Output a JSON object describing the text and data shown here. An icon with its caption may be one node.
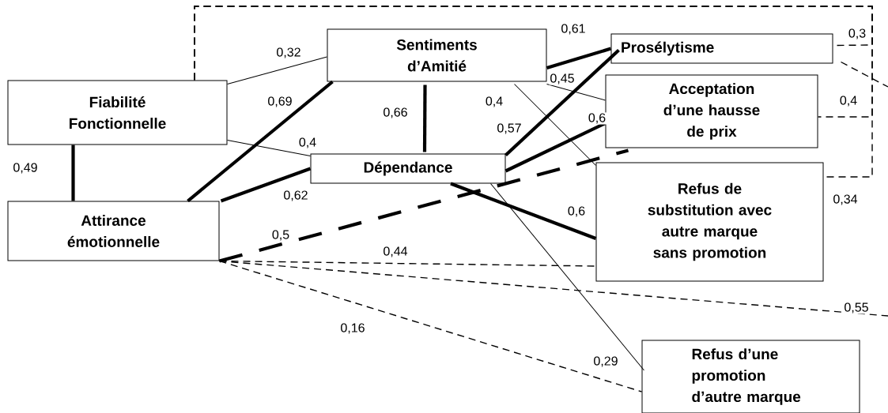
{
  "diagram": {
    "nodes": [
      {
        "text": [
          "Fiabilité Fonctionnelle"
        ]
      },
      {
        "text": [
          "Sentiments d’Amitié"
        ]
      },
      {
        "text": [
          "Prosélytisme"
        ]
      },
      {
        "text": [
          "Acceptation d’une hausse de prix"
        ]
      },
      {
        "text": [
          "Dépendance"
        ]
      },
      {
        "text": [
          "Refus de substitution avec autre marque sans promotion"
        ]
      },
      {
        "text": [
          "Attirance émotionnelle"
        ]
      },
      {
        "text": [
          "Refus d’une promotion d’autre marque"
        ]
      }
    ],
    "edges": [
      {
        "from": 0,
        "to": 1,
        "arrow": "none",
        "label": "0,32"
      },
      {
        "from": 0,
        "to": 4,
        "arrow": "none",
        "label": "0,4"
      },
      {
        "from": 0,
        "to": 6,
        "arrow": "none",
        "label": "0,49",
        "style": "thick"
      },
      {
        "from": 6,
        "to": 1,
        "arrow": "none",
        "label": "0,69",
        "style": "thick"
      },
      {
        "from": 6,
        "to": 4,
        "arrow": "none",
        "label": "0,62",
        "style": "thick"
      },
      {
        "from": 1,
        "to": 4,
        "arrow": "none",
        "label": "0,66",
        "style": "thick"
      },
      {
        "from": 1,
        "to": 2,
        "arrow": "none",
        "label": "0,61",
        "style": "thick"
      },
      {
        "from": 1,
        "to": 3,
        "arrow": "none",
        "label": "0,45"
      },
      {
        "from": 1,
        "to": 5,
        "arrow": "none",
        "label": "0,4"
      },
      {
        "from": 4,
        "to": 2,
        "arrow": "none",
        "label": "0,57",
        "style": "thick"
      },
      {
        "from": 4,
        "to": 3,
        "arrow": "none",
        "label": "0,6",
        "style": "thick"
      },
      {
        "from": 4,
        "to": 5,
        "arrow": "none",
        "label": "0,6",
        "style": "thick"
      },
      {
        "from": 4,
        "to": 7,
        "arrow": "none",
        "label": "0,29"
      },
      {
        "from": 6,
        "to": 3,
        "arrow": "none",
        "label": "0,5",
        "style": "dashed"
      },
      {
        "from": 6,
        "to": 5,
        "arrow": "none",
        "label": "0,44",
        "style": "dashed"
      },
      {
        "from": 6,
        "to": null,
        "arrow": "none",
        "label": "0,55",
        "style": "dashed"
      },
      {
        "from": 6,
        "to": 7,
        "arrow": "none",
        "label": "0,16",
        "style": "dashed"
      },
      {
        "from": 0,
        "to": 2,
        "arrow": "none",
        "label": "0,3",
        "style": "dashed"
      },
      {
        "from": 0,
        "to": 3,
        "arrow": "none",
        "label": "0,4",
        "style": "dashed"
      },
      {
        "from": 0,
        "to": 5,
        "arrow": "none",
        "label": "0,34",
        "style": "dashed"
      },
      {
        "from": 2,
        "to": null,
        "arrow": "none",
        "style": "dashed"
      }
    ]
  }
}
